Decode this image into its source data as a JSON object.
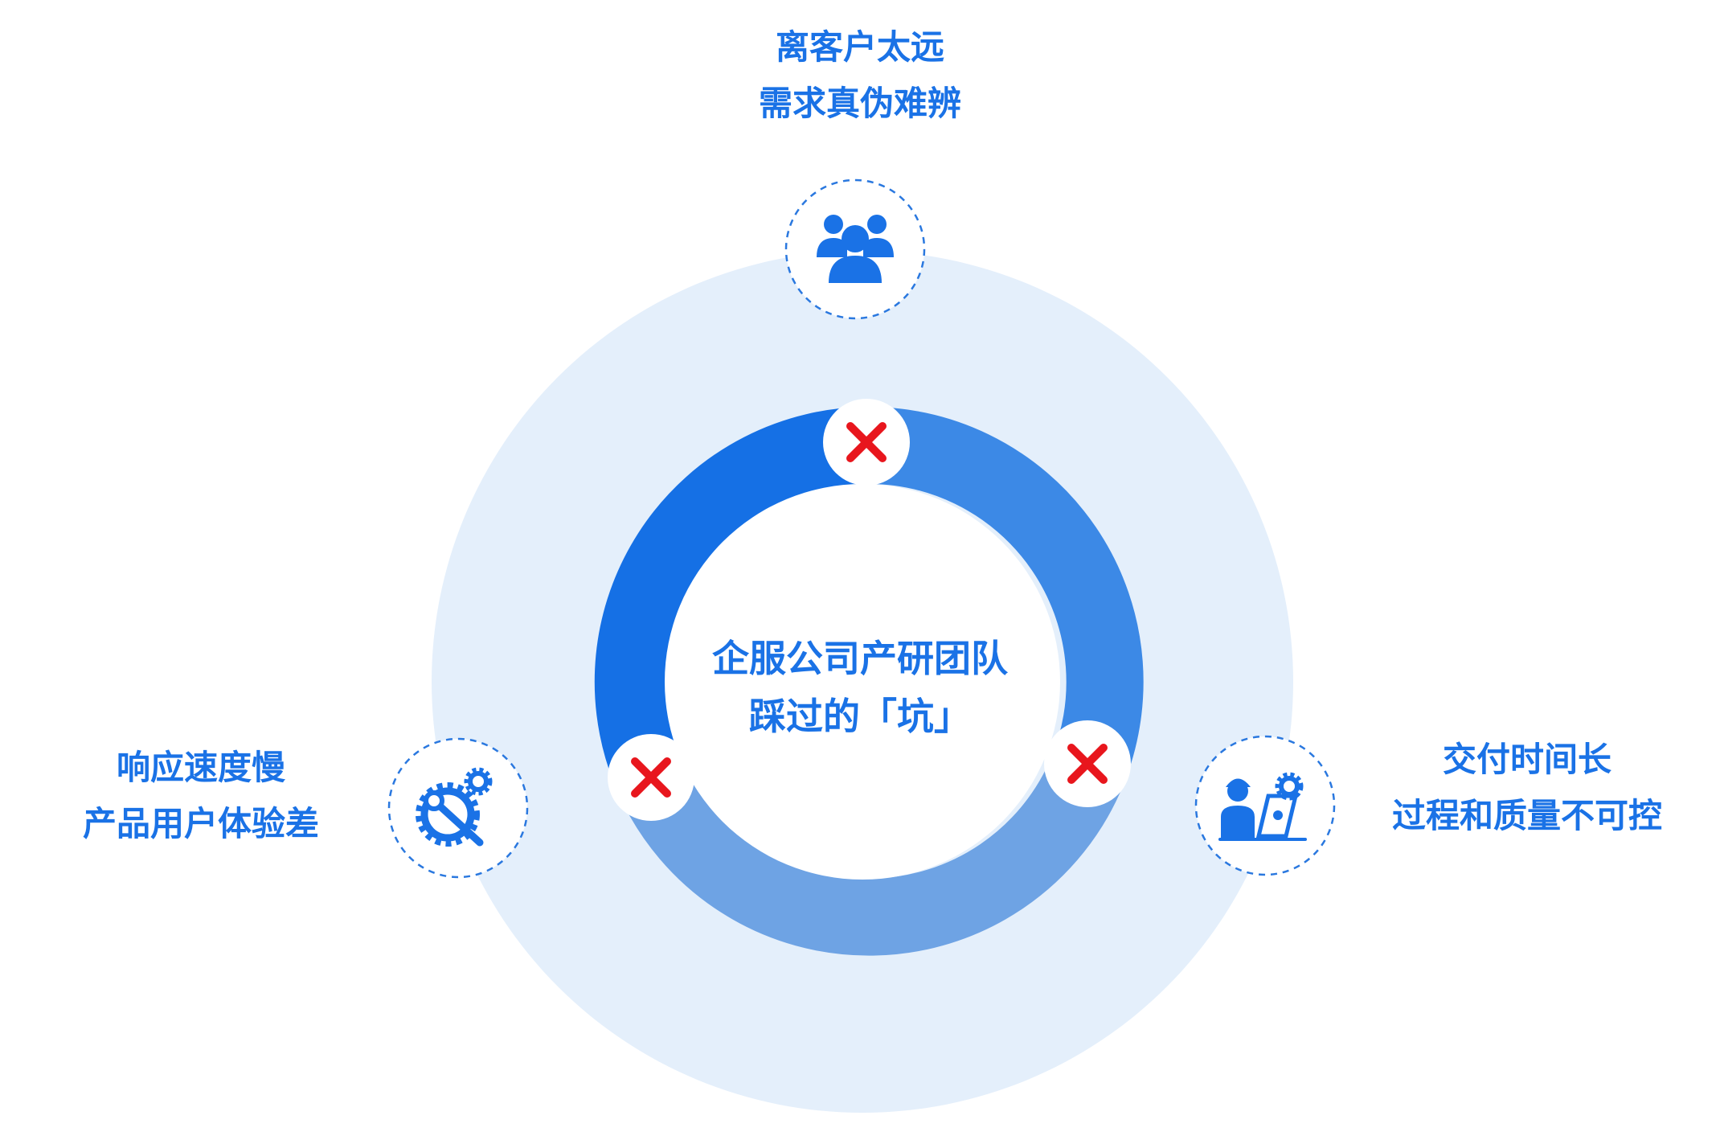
{
  "center": {
    "line1": "企服公司产研团队",
    "line2": "踩过的「坑」"
  },
  "pain_points": {
    "top": {
      "line1": "离客户太远",
      "line2": "需求真伪难辨",
      "icon": "team-icon"
    },
    "left": {
      "line1": "响应速度慢",
      "line2": "产品用户体验差",
      "icon": "gear-wrench-icon"
    },
    "right": {
      "line1": "交付时间长",
      "line2": "过程和质量不可控",
      "icon": "engineer-laptop-icon"
    }
  },
  "colors": {
    "text_blue": "#1a72e6",
    "outer_circle": "#e4effb",
    "ring_dark": "#1570e5",
    "ring_mid": "#3c89e6",
    "ring_light": "#6ea3e4",
    "dashed_border": "#2a78df",
    "cross_red": "#e8161d"
  }
}
